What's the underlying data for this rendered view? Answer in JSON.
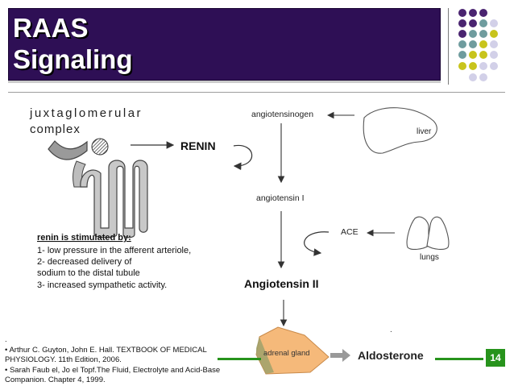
{
  "title": {
    "line1": "RAAS",
    "line2": "Signaling"
  },
  "diagram": {
    "jg_label_line1": "juxtaglomerular",
    "jg_label_line2": "complex",
    "renin": "RENIN",
    "angiotensinogen": "angiotensinogen",
    "liver": "liver",
    "angiotensin_1": "angiotensin I",
    "ace": "ACE",
    "lungs": "lungs",
    "angiotensin_2": "Angiotensin II",
    "adrenal": "adrenal gland",
    "aldosterone": "Aldosterone",
    "stim_heading": "renin is stimulated by:",
    "stim_1": "1- low pressure in the afferent arteriole,",
    "stim_2": "2- decreased delivery of",
    "stim_3": "sodium to the distal tubule",
    "stim_4": "3- increased sympathetic activity."
  },
  "references": {
    "dot": ".",
    "ref1": "• Arthur C. Guyton, John E. Hall. TEXTBOOK OF MEDICAL PHYSIOLOGY. 11th Edition, 2006.",
    "ref2": "• Sarah Faub el, Jo el Topf.The Fluid, Electrolyte and Acid-Base Companion. Chapter 4, 1999."
  },
  "slide_number": "14",
  "colors": {
    "title_bg": "#2e0f55",
    "dot_purple": "#4a2470",
    "dot_teal": "#6f9c9e",
    "dot_yellow": "#c8c41c",
    "dot_lavender": "#d2d0e8",
    "accent_green": "#27931c",
    "adrenal_orange": "#f5b97a"
  }
}
